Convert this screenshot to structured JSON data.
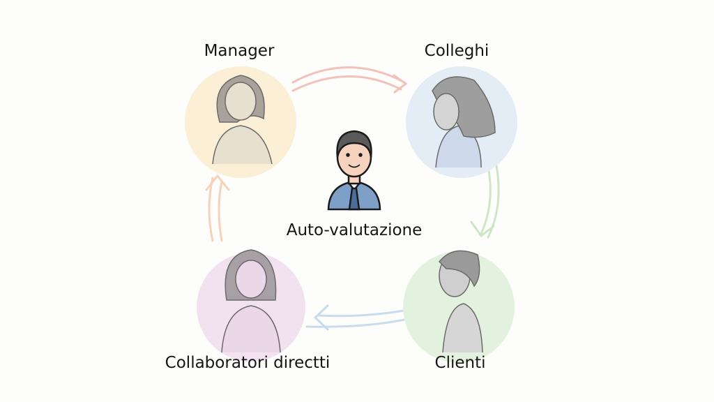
{
  "center": {
    "label": "Auto-valutazione",
    "icon": "person-with-tie-icon"
  },
  "nodes": [
    {
      "id": "manager",
      "label": "Manager",
      "color": "#fbf0d6"
    },
    {
      "id": "colleghi",
      "label": "Colleghi",
      "color": "#e4edf5"
    },
    {
      "id": "clienti",
      "label": "Clienti",
      "color": "#e3f1df"
    },
    {
      "id": "collaboratori",
      "label": "Collaboratori directti",
      "color": "#f2e2ef"
    }
  ],
  "arrow_colors": {
    "top": "#f2c2b8",
    "right": "#cfe5c8",
    "bottom": "#c9dcec",
    "left": "#f6d3b8"
  }
}
